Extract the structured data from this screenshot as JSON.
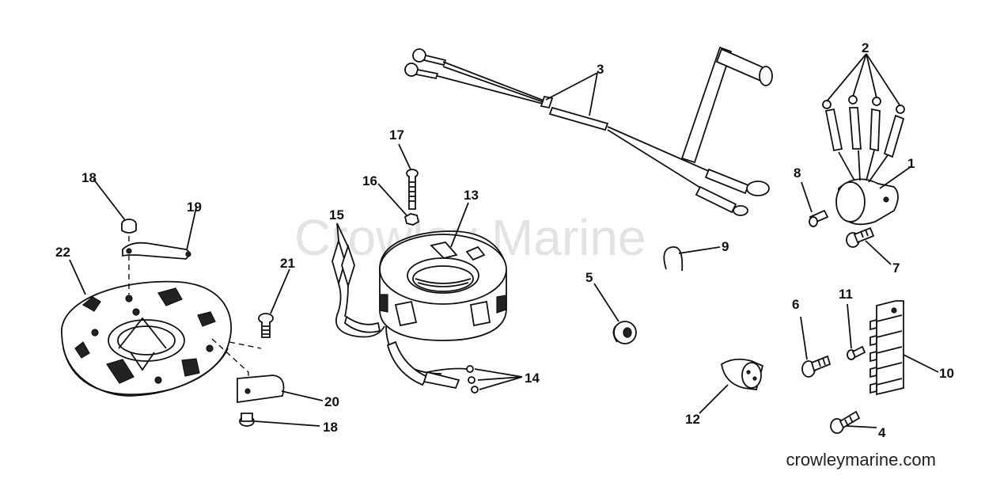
{
  "watermark": "Crowley Marine",
  "site": "crowleymarine.com",
  "callouts": {
    "c1": "1",
    "c2": "2",
    "c3": "3",
    "c4": "4",
    "c5": "5",
    "c6": "6",
    "c7": "7",
    "c8": "8",
    "c9": "9",
    "c10": "10",
    "c11": "11",
    "c12": "12",
    "c13": "13",
    "c14": "14",
    "c15": "15",
    "c16": "16",
    "c17": "17",
    "c18a": "18",
    "c18b": "18",
    "c19": "19",
    "c20": "20",
    "c21": "21",
    "c22": "22"
  }
}
